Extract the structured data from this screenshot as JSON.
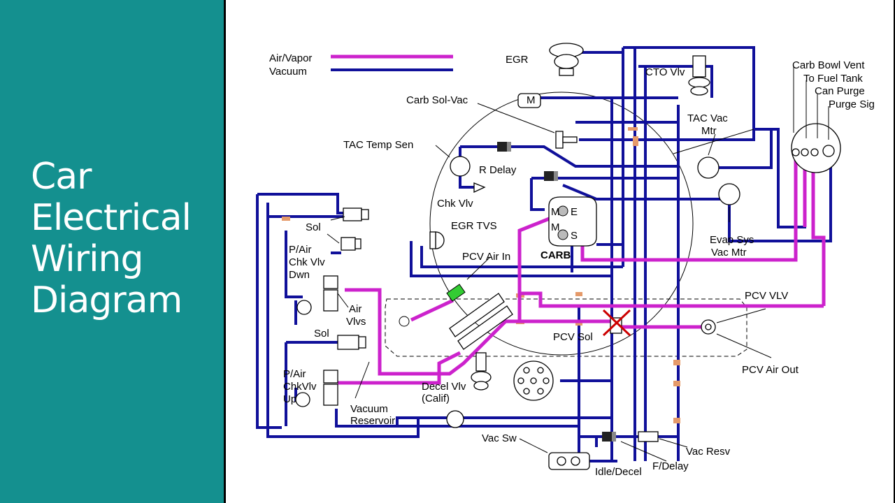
{
  "title": {
    "line1": "Car",
    "line2": "Electrical",
    "line3": "Wiring",
    "line4": "Diagram"
  },
  "colors": {
    "panel": "#14908f",
    "vacuum": "#10109a",
    "air_vapor": "#cc22cc",
    "valve_green": "#33cc33"
  },
  "legend": {
    "air_vapor": "Air/Vapor",
    "vacuum": "Vacuum"
  },
  "labels": {
    "egr": "EGR",
    "cto_vlv": "CTO Vlv",
    "carb_sol_vac": "Carb Sol-Vac",
    "carb_sol_vac_m": "M",
    "tac_temp_sen": "TAC Temp Sen",
    "r_delay": "R Delay",
    "tac_vac_mtr_1": "TAC Vac",
    "tac_vac_mtr_2": "Mtr",
    "chk_vlv": "Chk Vlv",
    "egr_tvs": "EGR TVS",
    "sol_top": "Sol",
    "pair_dwn_1": "P/Air",
    "pair_dwn_2": "Chk Vlv",
    "pair_dwn_3": "Dwn",
    "pcv_air_in": "PCV Air In",
    "carb": "CARB",
    "carb_m1": "M",
    "carb_e": "E",
    "carb_m2": "M",
    "carb_s": "S",
    "evap_1": "Evap Sys",
    "evap_2": "Vac Mtr",
    "pcv_vlv": "PCV VLV",
    "air_vlvs_1": "Air",
    "air_vlvs_2": "Vlvs",
    "sol_mid": "Sol",
    "pcv_sol": "PCV Sol",
    "pcv_air_out": "PCV Air Out",
    "pair_up_1": "P/Air",
    "pair_up_2": "ChkVlv",
    "pair_up_3": "Up",
    "decel_vlv_1": "Decel Vlv",
    "decel_vlv_2": "(Calif)",
    "vac_res_1": "Vacuum",
    "vac_res_2": "Reservoir",
    "vac_sw": "Vac Sw",
    "idle_decel": "Idle/Decel",
    "f_delay": "F/Delay",
    "vac_resv": "Vac Resv",
    "carb_bowl_vent": "Carb Bowl Vent",
    "to_fuel_tank": "To Fuel Tank",
    "can_purge": "Can Purge",
    "purge_sig": "Purge Sig"
  }
}
